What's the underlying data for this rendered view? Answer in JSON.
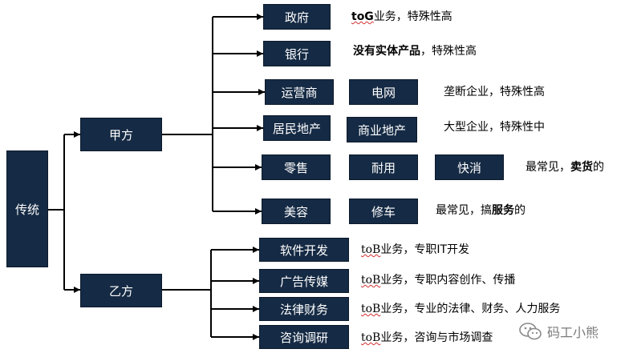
{
  "root": {
    "label": "传统"
  },
  "branches": [
    {
      "label": "甲方"
    },
    {
      "label": "乙方"
    }
  ],
  "jia_rows": [
    {
      "tags": [
        "政府"
      ],
      "note_parts": [
        {
          "text": "toG",
          "bold": true,
          "squiggle": true
        },
        {
          "text": "业务，特殊性高",
          "bold": false
        }
      ]
    },
    {
      "tags": [
        "银行"
      ],
      "note_parts": [
        {
          "text": "没有实体产品",
          "bold": true
        },
        {
          "text": "，特殊性高",
          "bold": false
        }
      ]
    },
    {
      "tags": [
        "运营商",
        "电网"
      ],
      "note_parts": [
        {
          "text": "垄断企业，特殊性高",
          "bold": false
        }
      ]
    },
    {
      "tags": [
        "居民地产",
        "商业地产"
      ],
      "note_parts": [
        {
          "text": "大型企业，特殊性中",
          "bold": false
        }
      ]
    },
    {
      "tags": [
        "零售",
        "耐用",
        "快消"
      ],
      "note_parts": [
        {
          "text": "最常见，",
          "bold": false
        },
        {
          "text": "卖货",
          "bold": true
        },
        {
          "text": "的",
          "bold": false
        }
      ]
    },
    {
      "tags": [
        "美容",
        "修车"
      ],
      "note_parts": [
        {
          "text": "最常见，搞",
          "bold": false
        },
        {
          "text": "服务",
          "bold": true
        },
        {
          "text": "的",
          "bold": false
        }
      ]
    }
  ],
  "yi_rows": [
    {
      "tags": [
        "软件开发"
      ],
      "note_parts": [
        {
          "text": "toB",
          "bold": false,
          "squiggle": true
        },
        {
          "text": "业务，专职IT开发",
          "bold": false
        }
      ]
    },
    {
      "tags": [
        "广告传媒"
      ],
      "note_parts": [
        {
          "text": "toB",
          "bold": false,
          "squiggle": true
        },
        {
          "text": "业务，专职内容创作、传播",
          "bold": false
        }
      ]
    },
    {
      "tags": [
        "法律财务"
      ],
      "note_parts": [
        {
          "text": "toB",
          "bold": false,
          "squiggle": true
        },
        {
          "text": "业务，专业的法律、财务、人力服务",
          "bold": false
        }
      ]
    },
    {
      "tags": [
        "咨询调研"
      ],
      "note_parts": [
        {
          "text": "toB",
          "bold": false,
          "squiggle": true
        },
        {
          "text": "业务，咨询与市场调查",
          "bold": false
        }
      ]
    }
  ],
  "watermark": {
    "text": "码工小熊",
    "icon": "wechat-icon"
  },
  "colors": {
    "box": "#152a44",
    "line": "#000000",
    "text": "#000000",
    "squiggle": "#d03030"
  }
}
